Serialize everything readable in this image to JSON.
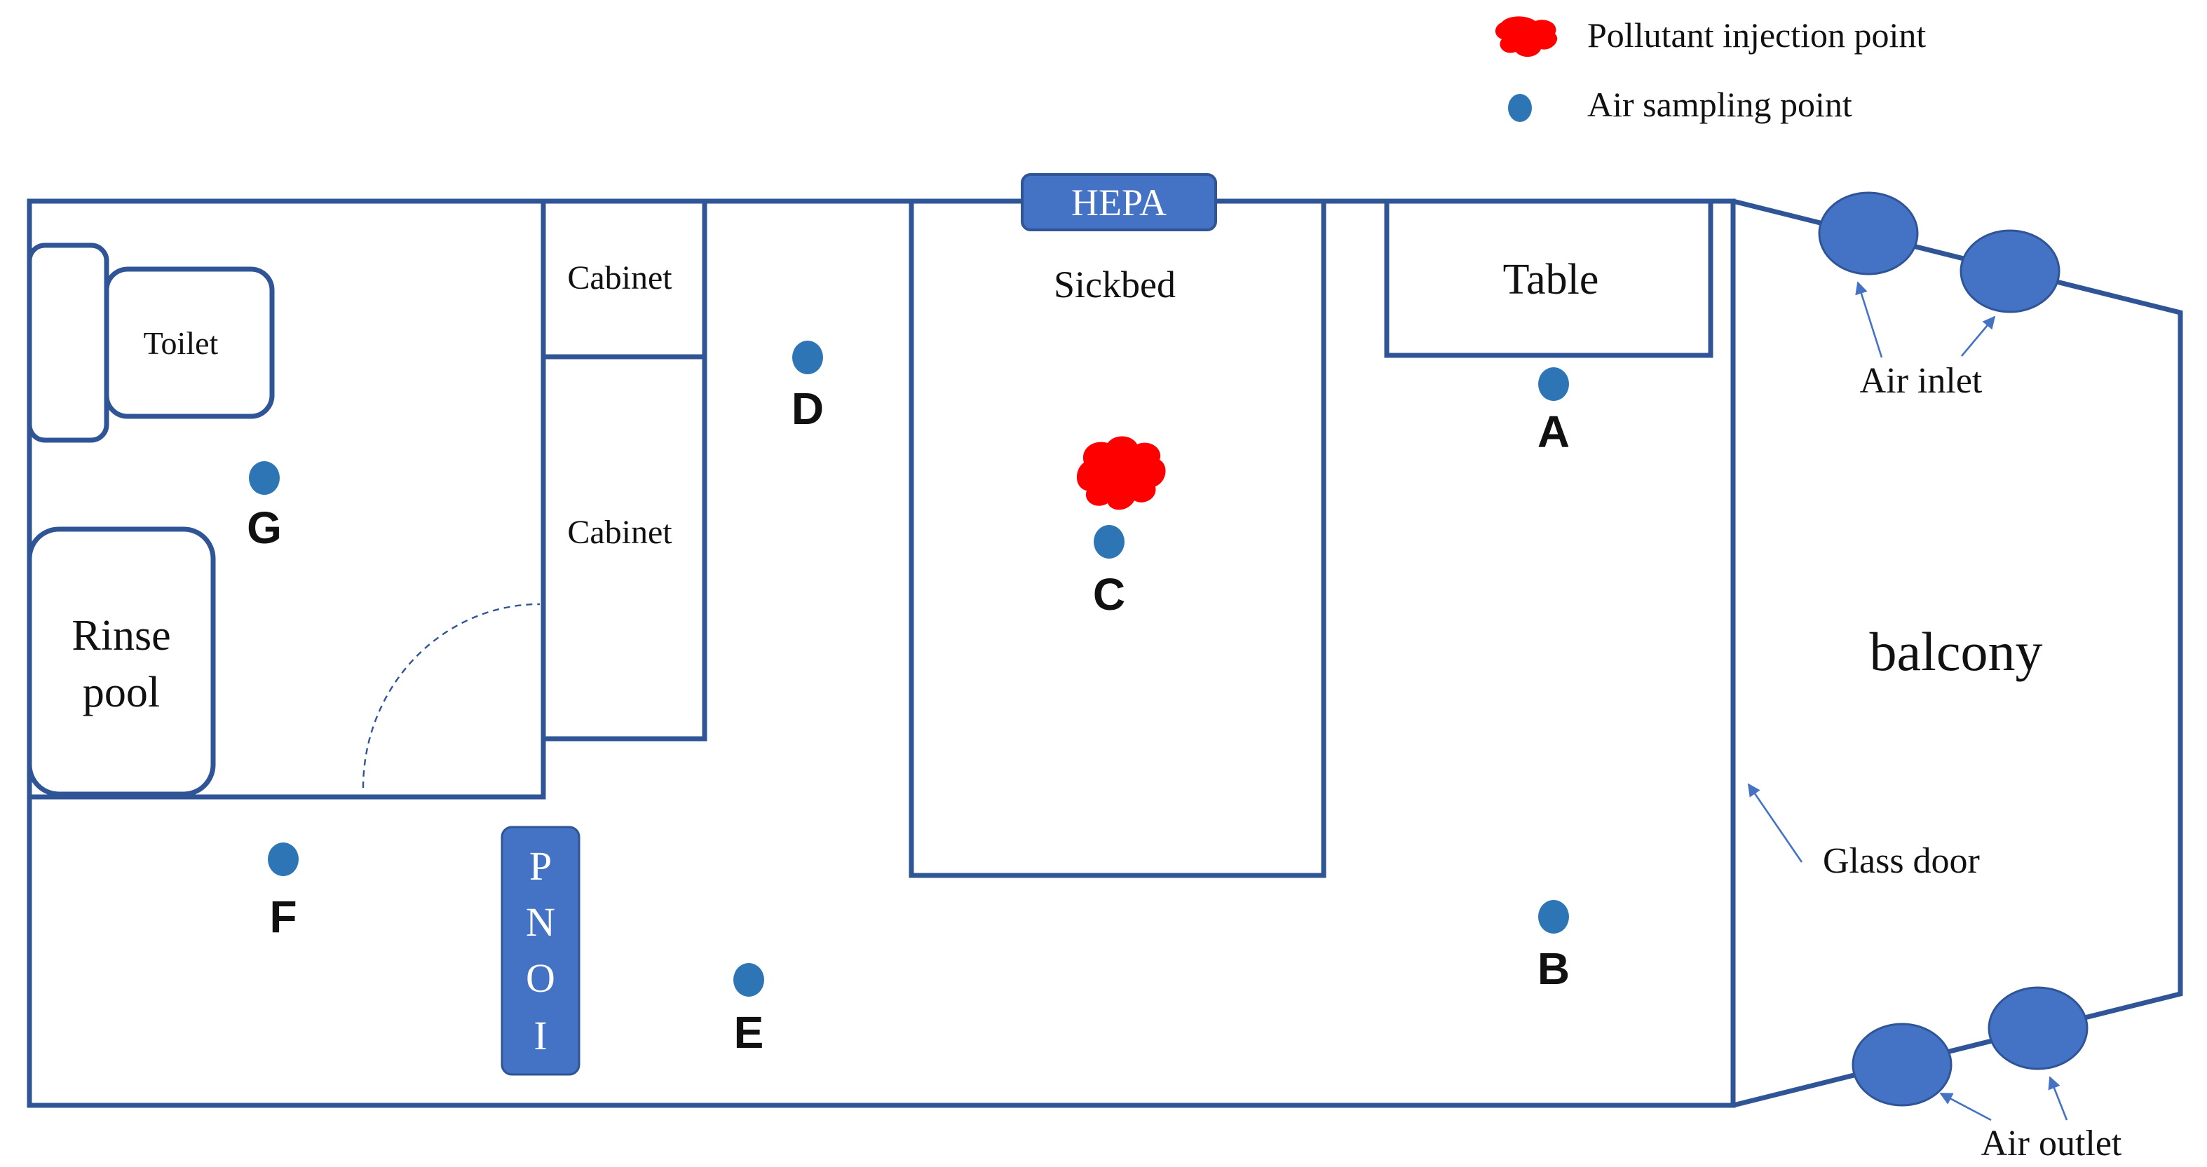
{
  "legend": {
    "pollutant_label": "Pollutant injection point",
    "sampling_label": "Air sampling point",
    "pollutant_color": "#ff0000",
    "sampling_color": "#2e75b6"
  },
  "labels": {
    "hepa": "HEPA",
    "sickbed": "Sickbed",
    "table": "Table",
    "cabinet_top": "Cabinet",
    "cabinet_bottom": "Cabinet",
    "toilet": "Toilet",
    "rinse_line1": "Rinse",
    "rinse_line2": "pool",
    "balcony": "balcony",
    "glass_door": "Glass door",
    "air_inlet": "Air inlet",
    "air_outlet": "Air outlet",
    "pnoi": [
      "P",
      "N",
      "O",
      "I"
    ]
  },
  "sampling_points": {
    "A": "A",
    "B": "B",
    "C": "C",
    "D": "D",
    "E": "E",
    "F": "F",
    "G": "G"
  },
  "colors": {
    "wall": "#2f5597",
    "hepa_fill": "#4472c4",
    "pnoi_fill": "#4472c4",
    "vent_fill": "#4472c4",
    "sampling_dot": "#2e75b6",
    "pollutant": "#ff0000"
  }
}
